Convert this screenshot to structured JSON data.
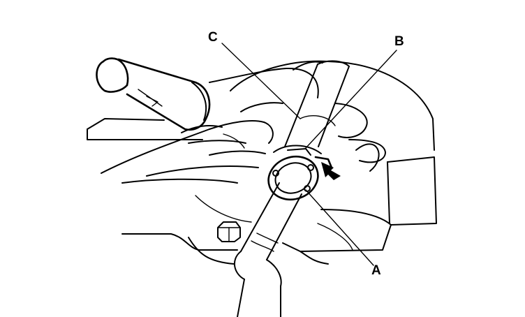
{
  "figure": {
    "callouts": [
      {
        "id": "A",
        "text": "A"
      },
      {
        "id": "B",
        "text": "B"
      },
      {
        "id": "C",
        "text": "C"
      }
    ],
    "colors": {
      "ink": "#000000",
      "background": "#ffffff"
    }
  }
}
